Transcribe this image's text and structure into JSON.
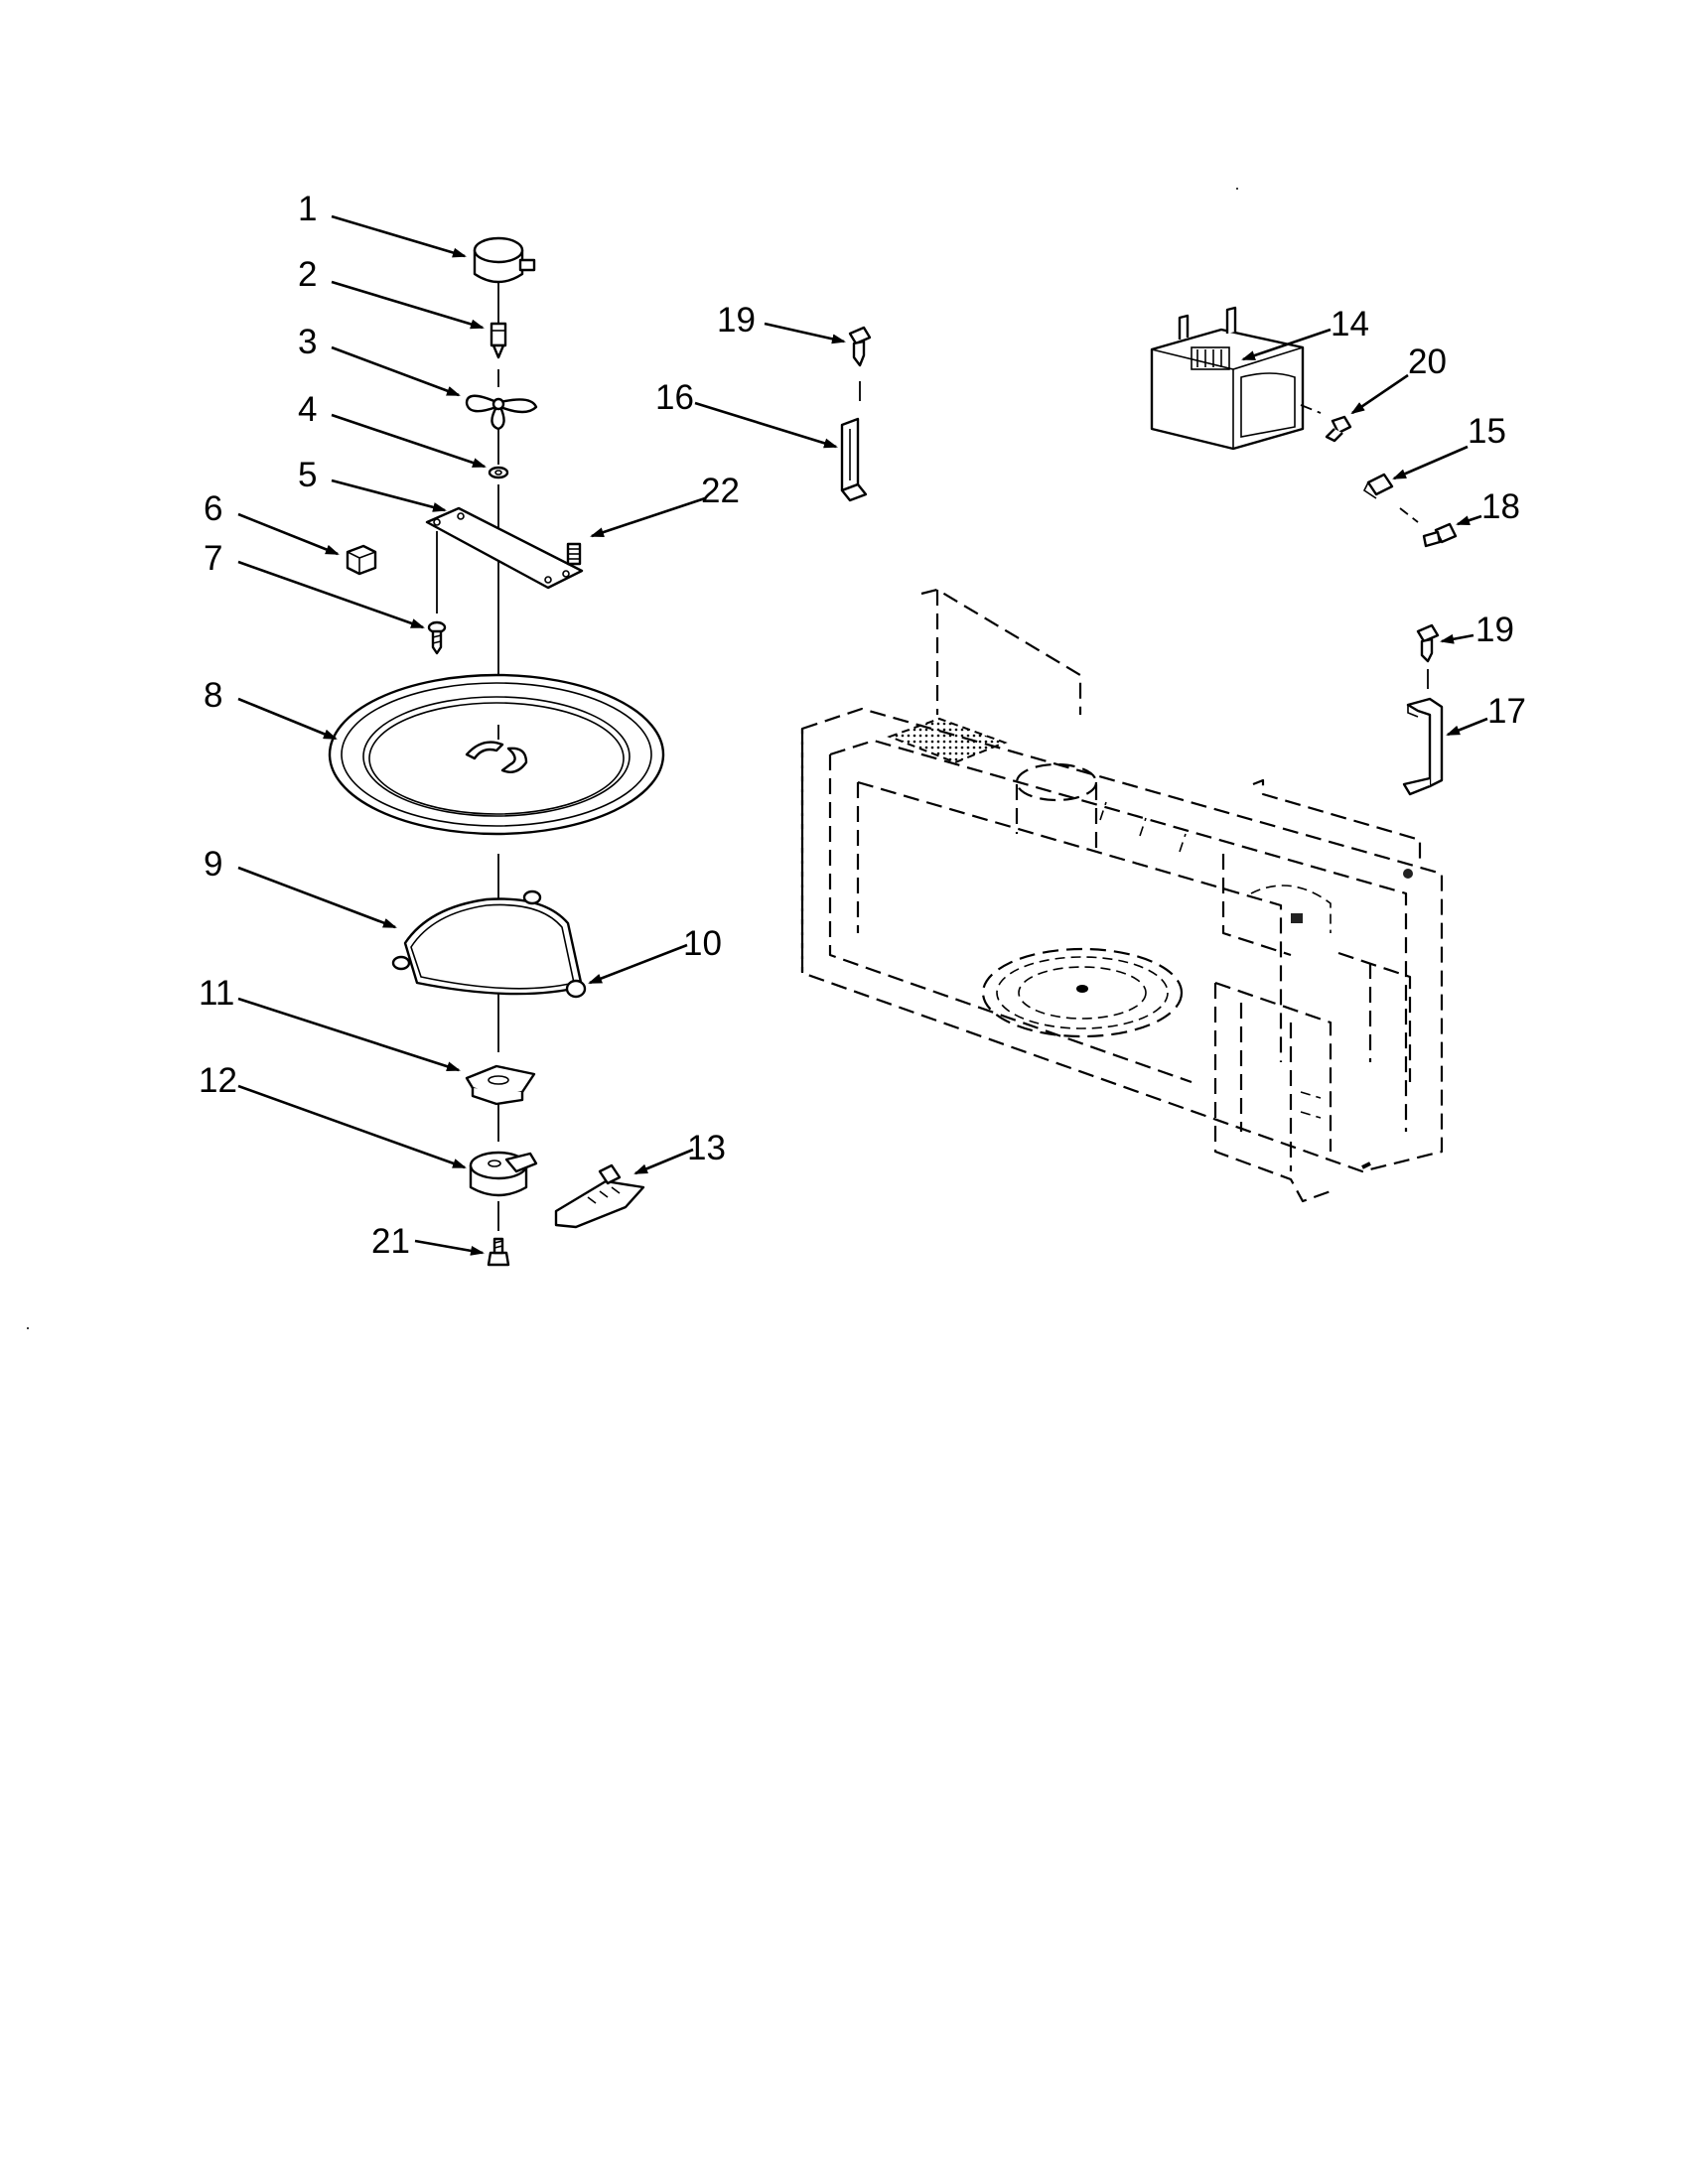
{
  "callouts": [
    {
      "id": "c1",
      "label": "1"
    },
    {
      "id": "c2",
      "label": "2"
    },
    {
      "id": "c3",
      "label": "3"
    },
    {
      "id": "c4",
      "label": "4"
    },
    {
      "id": "c5",
      "label": "5"
    },
    {
      "id": "c6",
      "label": "6"
    },
    {
      "id": "c7",
      "label": "7"
    },
    {
      "id": "c8",
      "label": "8"
    },
    {
      "id": "c9",
      "label": "9"
    },
    {
      "id": "c10",
      "label": "10"
    },
    {
      "id": "c11",
      "label": "11"
    },
    {
      "id": "c12",
      "label": "12"
    },
    {
      "id": "c13",
      "label": "13"
    },
    {
      "id": "c14",
      "label": "14"
    },
    {
      "id": "c15",
      "label": "15"
    },
    {
      "id": "c16",
      "label": "16"
    },
    {
      "id": "c17",
      "label": "17"
    },
    {
      "id": "c18",
      "label": "18"
    },
    {
      "id": "c19a",
      "label": "19"
    },
    {
      "id": "c19b",
      "label": "19"
    },
    {
      "id": "c20",
      "label": "20"
    },
    {
      "id": "c21",
      "label": "21"
    },
    {
      "id": "c22",
      "label": "22"
    }
  ]
}
